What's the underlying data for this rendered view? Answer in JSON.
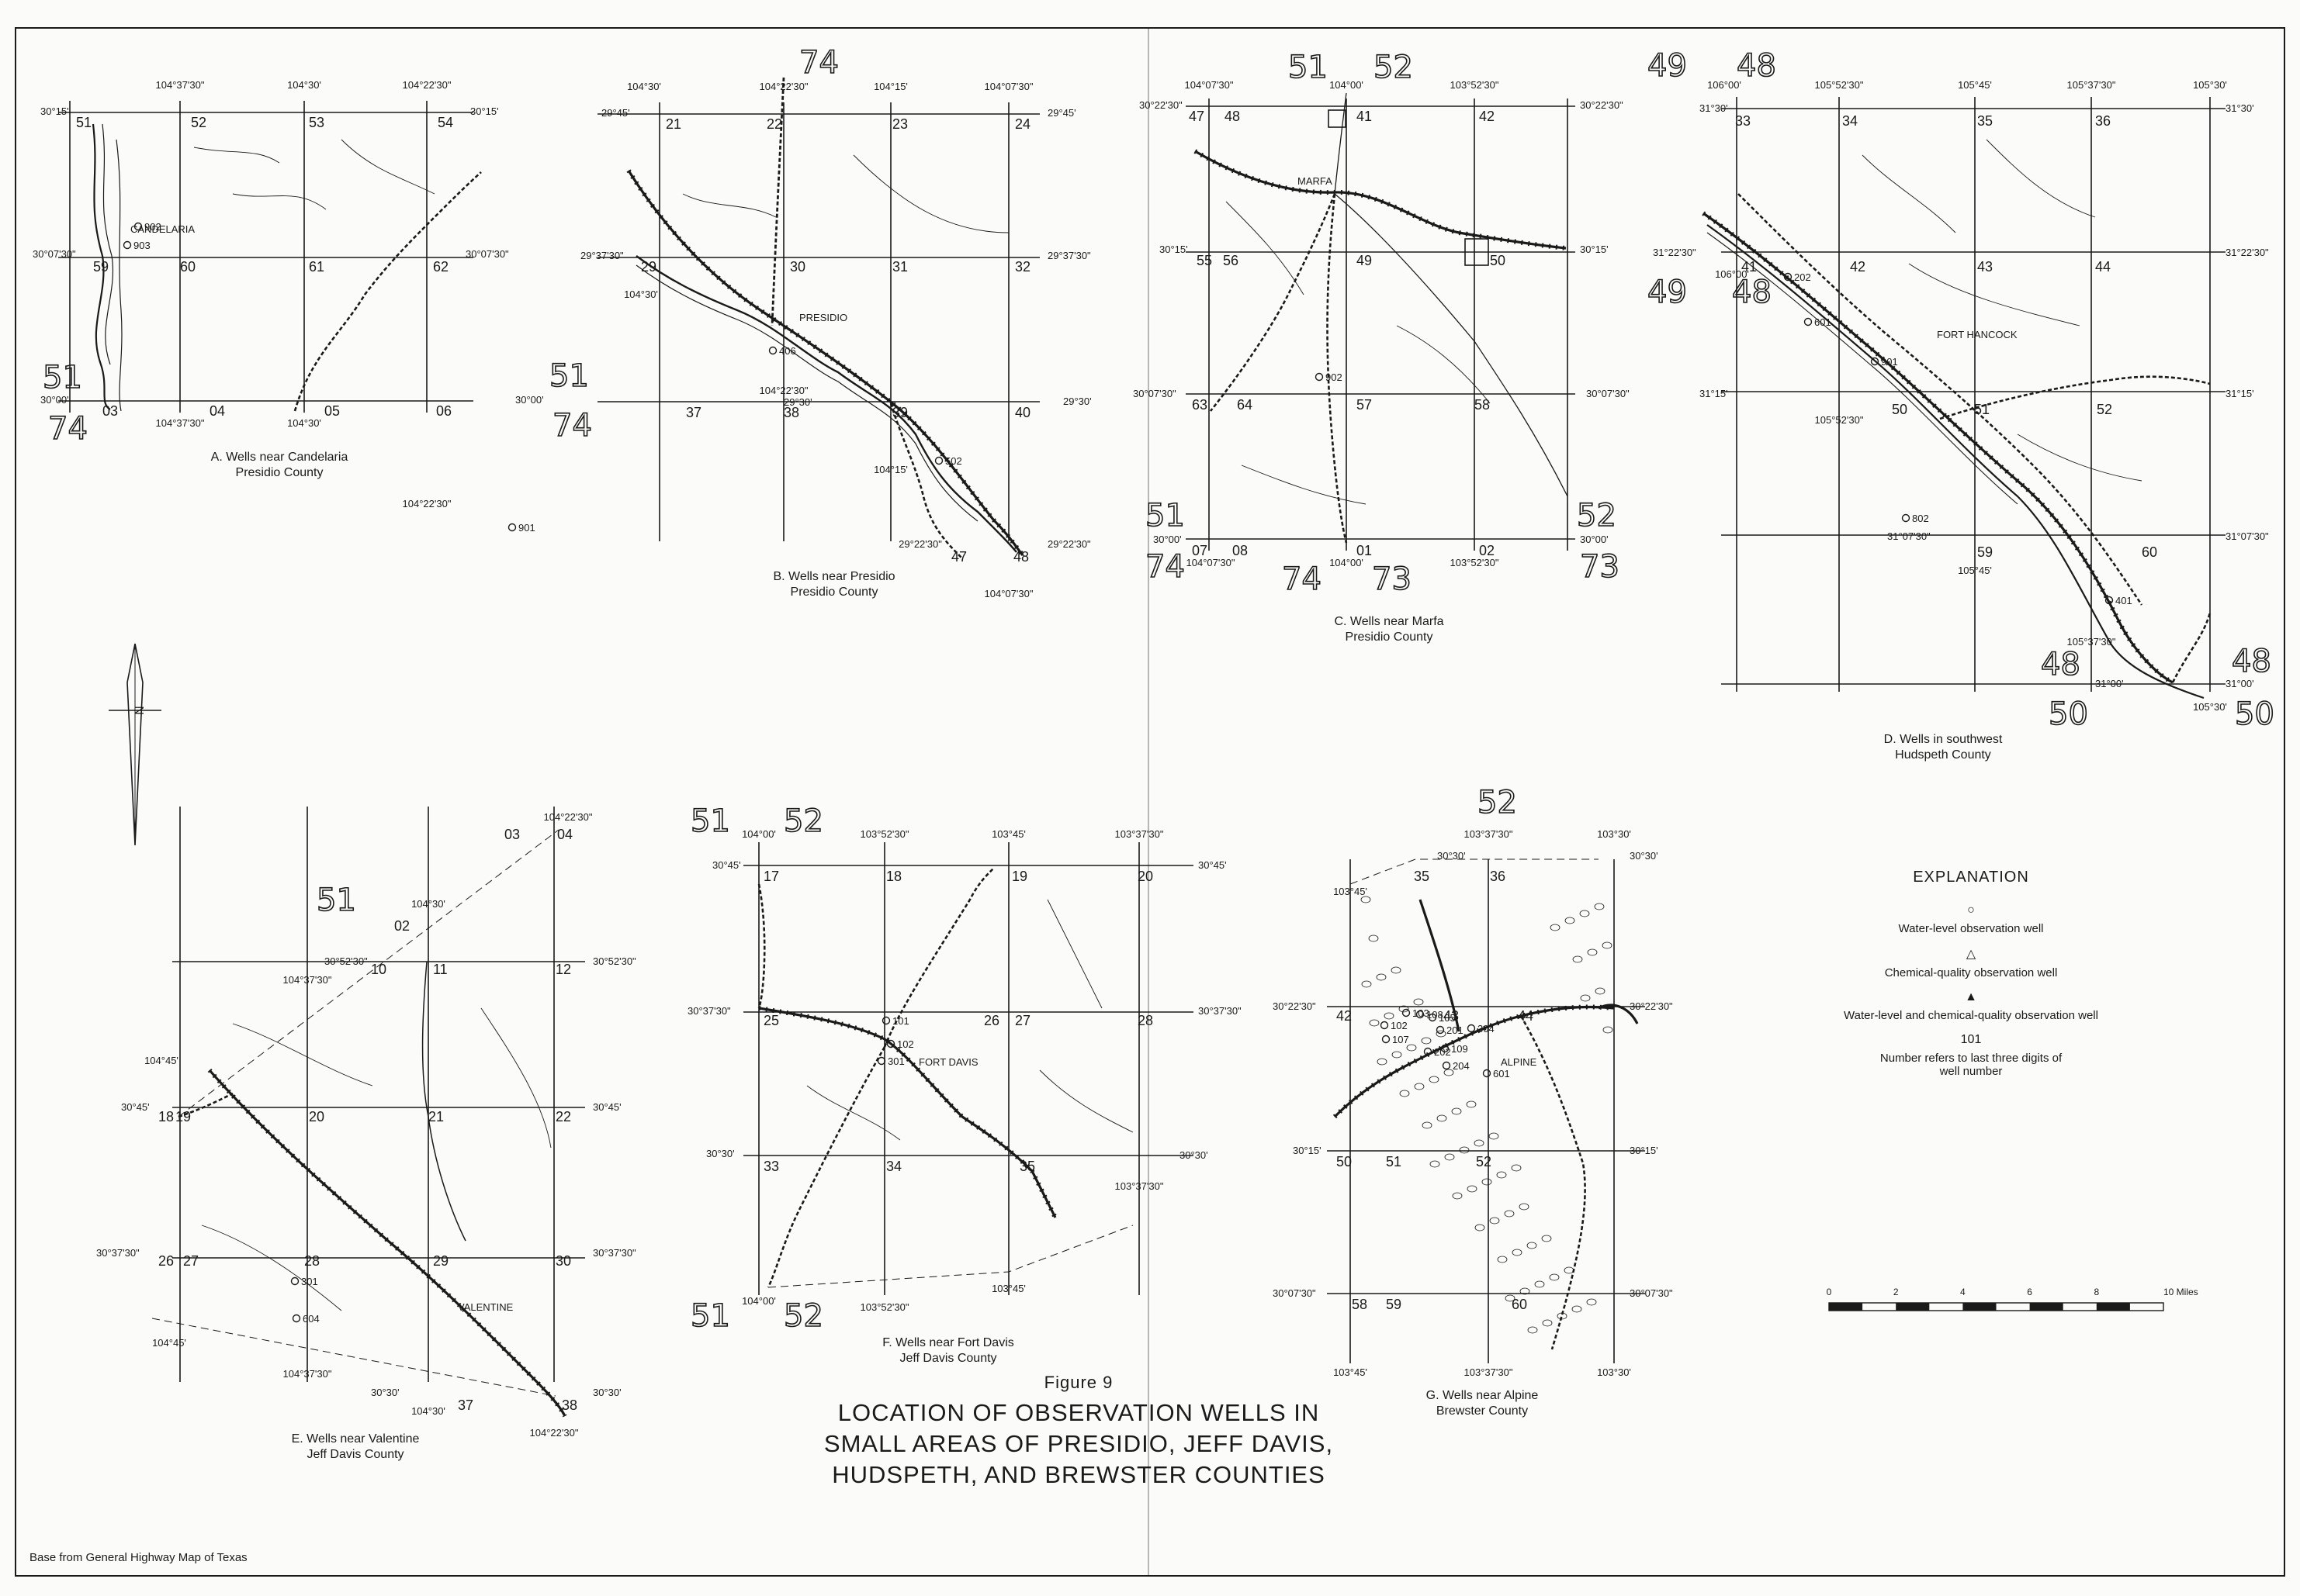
{
  "title": {
    "figure": "Figure 9",
    "lines": [
      "LOCATION OF OBSERVATION WELLS IN",
      "SMALL AREAS OF PRESIDIO, JEFF DAVIS,",
      "HUDSPETH, AND BREWSTER COUNTIES"
    ]
  },
  "source": "Base from General Highway Map of Texas",
  "explanation": {
    "heading": "EXPLANATION",
    "items": [
      {
        "symbol": "○",
        "label": "Water-level observation well"
      },
      {
        "symbol": "△",
        "label": "Chemical-quality observation well"
      },
      {
        "symbol": "▲",
        "label": "Water-level and chemical-quality observation well"
      },
      {
        "symbol": "101",
        "label": "Number refers to last three digits of well number"
      }
    ],
    "scale": {
      "ticks": [
        "0",
        "2",
        "4",
        "6",
        "8",
        "10 Miles"
      ]
    }
  },
  "north_arrow": "N",
  "colors": {
    "ink": "#1a1a1a",
    "road": "#333333",
    "paper": "#fbfbf9"
  },
  "panels": [
    {
      "id": "A",
      "caption": [
        "A. Wells near Candelaria",
        "Presidio County"
      ],
      "cells": [
        "51",
        "52",
        "53",
        "54",
        "59",
        "60",
        "61",
        "62",
        "03",
        "04",
        "05",
        "06"
      ],
      "ticks": [
        "104°37'30\"",
        "104°30'",
        "104°22'30\"",
        "30°15'",
        "30°15'",
        "30°07'30\"",
        "30°07'30\"",
        "30°00'",
        "30°00'",
        "104°37'30\"",
        "104°30'",
        "104°22'30\""
      ],
      "big": [
        "51",
        "74",
        "51",
        "74"
      ],
      "wells": [
        "902",
        "903",
        "901"
      ],
      "places": [
        "CANDELARIA"
      ]
    },
    {
      "id": "B",
      "caption": [
        "B. Wells near Presidio",
        "Presidio County"
      ],
      "cells": [
        "21",
        "22",
        "23",
        "24",
        "29",
        "30",
        "31",
        "32",
        "37",
        "38",
        "39",
        "40",
        "47",
        "48"
      ],
      "ticks": [
        "104°30'",
        "104°22'30\"",
        "104°15'",
        "104°07'30\"",
        "29°45'",
        "29°45'",
        "29°37'30\"",
        "29°37'30\"",
        "104°30'",
        "104°22'30\"",
        "29°30'",
        "29°30'",
        "104°15'",
        "29°22'30\"",
        "29°22'30\"",
        "104°07'30\""
      ],
      "big": [
        "74"
      ],
      "wells": [
        "406",
        "502"
      ],
      "places": [
        "PRESIDIO"
      ]
    },
    {
      "id": "C",
      "caption": [
        "C. Wells near Marfa",
        "Presidio County"
      ],
      "cells": [
        "47",
        "48",
        "41",
        "42",
        "55",
        "56",
        "49",
        "50",
        "63",
        "64",
        "57",
        "58",
        "07",
        "08",
        "01",
        "02"
      ],
      "ticks": [
        "104°07'30\"",
        "104°00'",
        "103°52'30\"",
        "30°22'30\"",
        "30°22'30\"",
        "30°15'",
        "30°15'",
        "30°07'30\"",
        "30°07'30\"",
        "30°00'",
        "30°00'",
        "104°07'30\"",
        "104°00'",
        "103°52'30\""
      ],
      "big": [
        "51",
        "52",
        "51",
        "74",
        "74",
        "73",
        "52",
        "73"
      ],
      "wells": [
        "902"
      ],
      "places": [
        "MARFA"
      ]
    },
    {
      "id": "D",
      "caption": [
        "D. Wells in southwest",
        "Hudspeth County"
      ],
      "cells": [
        "33",
        "34",
        "35",
        "36",
        "41",
        "42",
        "43",
        "44",
        "50",
        "51",
        "52",
        "59",
        "60"
      ],
      "ticks": [
        "106°00'",
        "105°52'30\"",
        "105°45'",
        "105°37'30\"",
        "105°30'",
        "31°30'",
        "31°30'",
        "31°22'30\"",
        "31°22'30\"",
        "106°00'",
        "31°15'",
        "31°15'",
        "105°52'30\"",
        "31°07'30\"",
        "31°07'30\"",
        "105°45'",
        "105°37'30\"",
        "31°00'",
        "31°00'",
        "105°30'"
      ],
      "big": [
        "49",
        "48",
        "49",
        "48",
        "48",
        "50",
        "48",
        "50"
      ],
      "wells": [
        "202",
        "601",
        "901",
        "802",
        "401"
      ],
      "places": [
        "FORT HANCOCK"
      ]
    },
    {
      "id": "E",
      "caption": [
        "E. Wells near Valentine",
        "Jeff Davis County"
      ],
      "cells": [
        "03",
        "04",
        "02",
        "10",
        "11",
        "12",
        "18",
        "19",
        "20",
        "21",
        "22",
        "26",
        "27",
        "28",
        "29",
        "30",
        "37",
        "38"
      ],
      "ticks": [
        "104°22'30\"",
        "104°30'",
        "30°52'30\"",
        "30°52'30\"",
        "104°37'30\"",
        "104°45'",
        "30°45'",
        "30°45'",
        "30°37'30\"",
        "30°37'30\"",
        "104°45'",
        "104°37'30\"",
        "30°30'",
        "30°30'",
        "104°30'",
        "104°22'30\""
      ],
      "big": [
        "51"
      ],
      "wells": [
        "301",
        "604"
      ],
      "places": [
        "VALENTINE"
      ]
    },
    {
      "id": "F",
      "caption": [
        "F. Wells near Fort Davis",
        "Jeff Davis County"
      ],
      "cells": [
        "17",
        "18",
        "19",
        "20",
        "25",
        "26",
        "27",
        "28",
        "33",
        "34",
        "35"
      ],
      "ticks": [
        "104°00'",
        "103°52'30\"",
        "103°45'",
        "103°37'30\"",
        "30°45'",
        "30°45'",
        "30°37'30\"",
        "30°37'30\"",
        "30°30'",
        "30°30'",
        "103°37'30\"",
        "104°00'",
        "103°52'30\"",
        "103°45'"
      ],
      "big": [
        "51",
        "52",
        "51",
        "52"
      ],
      "wells": [
        "101",
        "102",
        "301"
      ],
      "places": [
        "FORT DAVIS"
      ]
    },
    {
      "id": "G",
      "caption": [
        "G. Wells near Alpine",
        "Brewster County"
      ],
      "cells": [
        "35",
        "36",
        "42",
        "43",
        "44",
        "50",
        "51",
        "52",
        "58",
        "59",
        "60"
      ],
      "ticks": [
        "103°37'30\"",
        "103°30'",
        "30°30'",
        "30°30'",
        "103°45'",
        "30°22'30\"",
        "30°22'30\"",
        "30°15'",
        "30°15'",
        "30°07'30\"",
        "30°07'30\"",
        "103°45'",
        "103°37'30\"",
        "103°30'"
      ],
      "big": [
        "52"
      ],
      "wells": [
        "103",
        "108",
        "105",
        "102",
        "107",
        "201",
        "304",
        "109",
        "202",
        "204",
        "601"
      ],
      "places": [
        "ALPINE"
      ]
    }
  ]
}
